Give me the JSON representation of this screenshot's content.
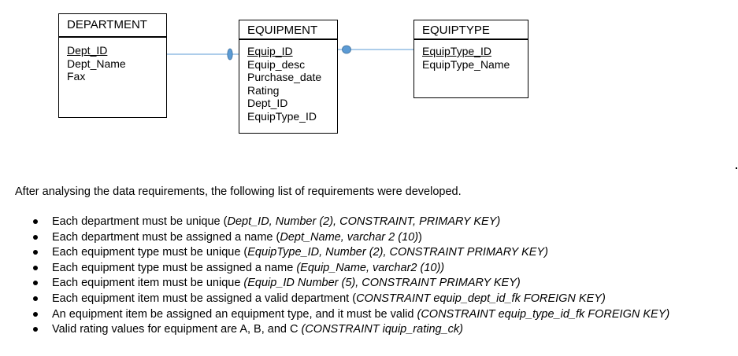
{
  "diagram": {
    "entities": [
      {
        "id": "department",
        "title": "DEPARTMENT",
        "attributes": [
          {
            "name": "Dept_ID",
            "primary_key": true
          },
          {
            "name": "Dept_Name",
            "primary_key": false
          },
          {
            "name": "Fax",
            "primary_key": false
          }
        ]
      },
      {
        "id": "equipment",
        "title": "EQUIPMENT",
        "attributes": [
          {
            "name": "Equip_ID",
            "primary_key": true
          },
          {
            "name": "Equip_desc",
            "primary_key": false
          },
          {
            "name": "Purchase_date",
            "primary_key": false
          },
          {
            "name": "Rating",
            "primary_key": false
          },
          {
            "name": "Dept_ID",
            "primary_key": false
          },
          {
            "name": "EquipType_ID",
            "primary_key": false
          }
        ]
      },
      {
        "id": "equiptype",
        "title": "EQUIPTYPE",
        "attributes": [
          {
            "name": "EquipType_ID",
            "primary_key": true
          },
          {
            "name": "EquipType_Name",
            "primary_key": false
          }
        ]
      }
    ],
    "relationships": [
      {
        "from": "department",
        "to": "equipment",
        "marker": "oval-at-equipment-end"
      },
      {
        "from": "equipment",
        "to": "equiptype",
        "marker": "dot-at-equipment-end"
      }
    ],
    "line_color": "#5b9bd5",
    "marker_color": "#5b9bd5"
  },
  "requirements": {
    "intro": "After analysing the data requirements, the following list of requirements were developed.",
    "items": [
      {
        "text": "Each department  must be unique (",
        "detail": "Dept_ID, Number (2), CONSTRAINT, PRIMARY KEY)",
        "tail": ""
      },
      {
        "text": "Each department must be assigned a name (",
        "detail": "Dept_Name, varchar 2 (10)",
        "tail": ")"
      },
      {
        "text": "Each equipment type must be unique (",
        "detail": "EquipType_ID, Number (2), CONSTRAINT PRIMARY KEY)",
        "tail": ""
      },
      {
        "text": "Each equipment type must be assigned a name ",
        "detail": "(Equip_Name, varchar2 (10))",
        "tail": ""
      },
      {
        "text": "Each equipment item must be unique ",
        "detail": "(Equip_ID Number (5), CONSTRAINT PRIMARY KEY)",
        "tail": ""
      },
      {
        "text": "Each equipment item must be assigned a valid department (",
        "detail": "CONSTRAINT equip_dept_id_fk FOREIGN KEY)",
        "tail": ""
      },
      {
        "text": "An equipment item be assigned an equipment type, and it must be valid ",
        "detail": "(CONSTRAINT equip_type_id_fk FOREIGN KEY)",
        "tail": ""
      },
      {
        "text": "Valid rating values for equipment are A, B, and C ",
        "detail": "(CONSTRAINT iquip_rating_ck)",
        "tail": ""
      }
    ]
  }
}
